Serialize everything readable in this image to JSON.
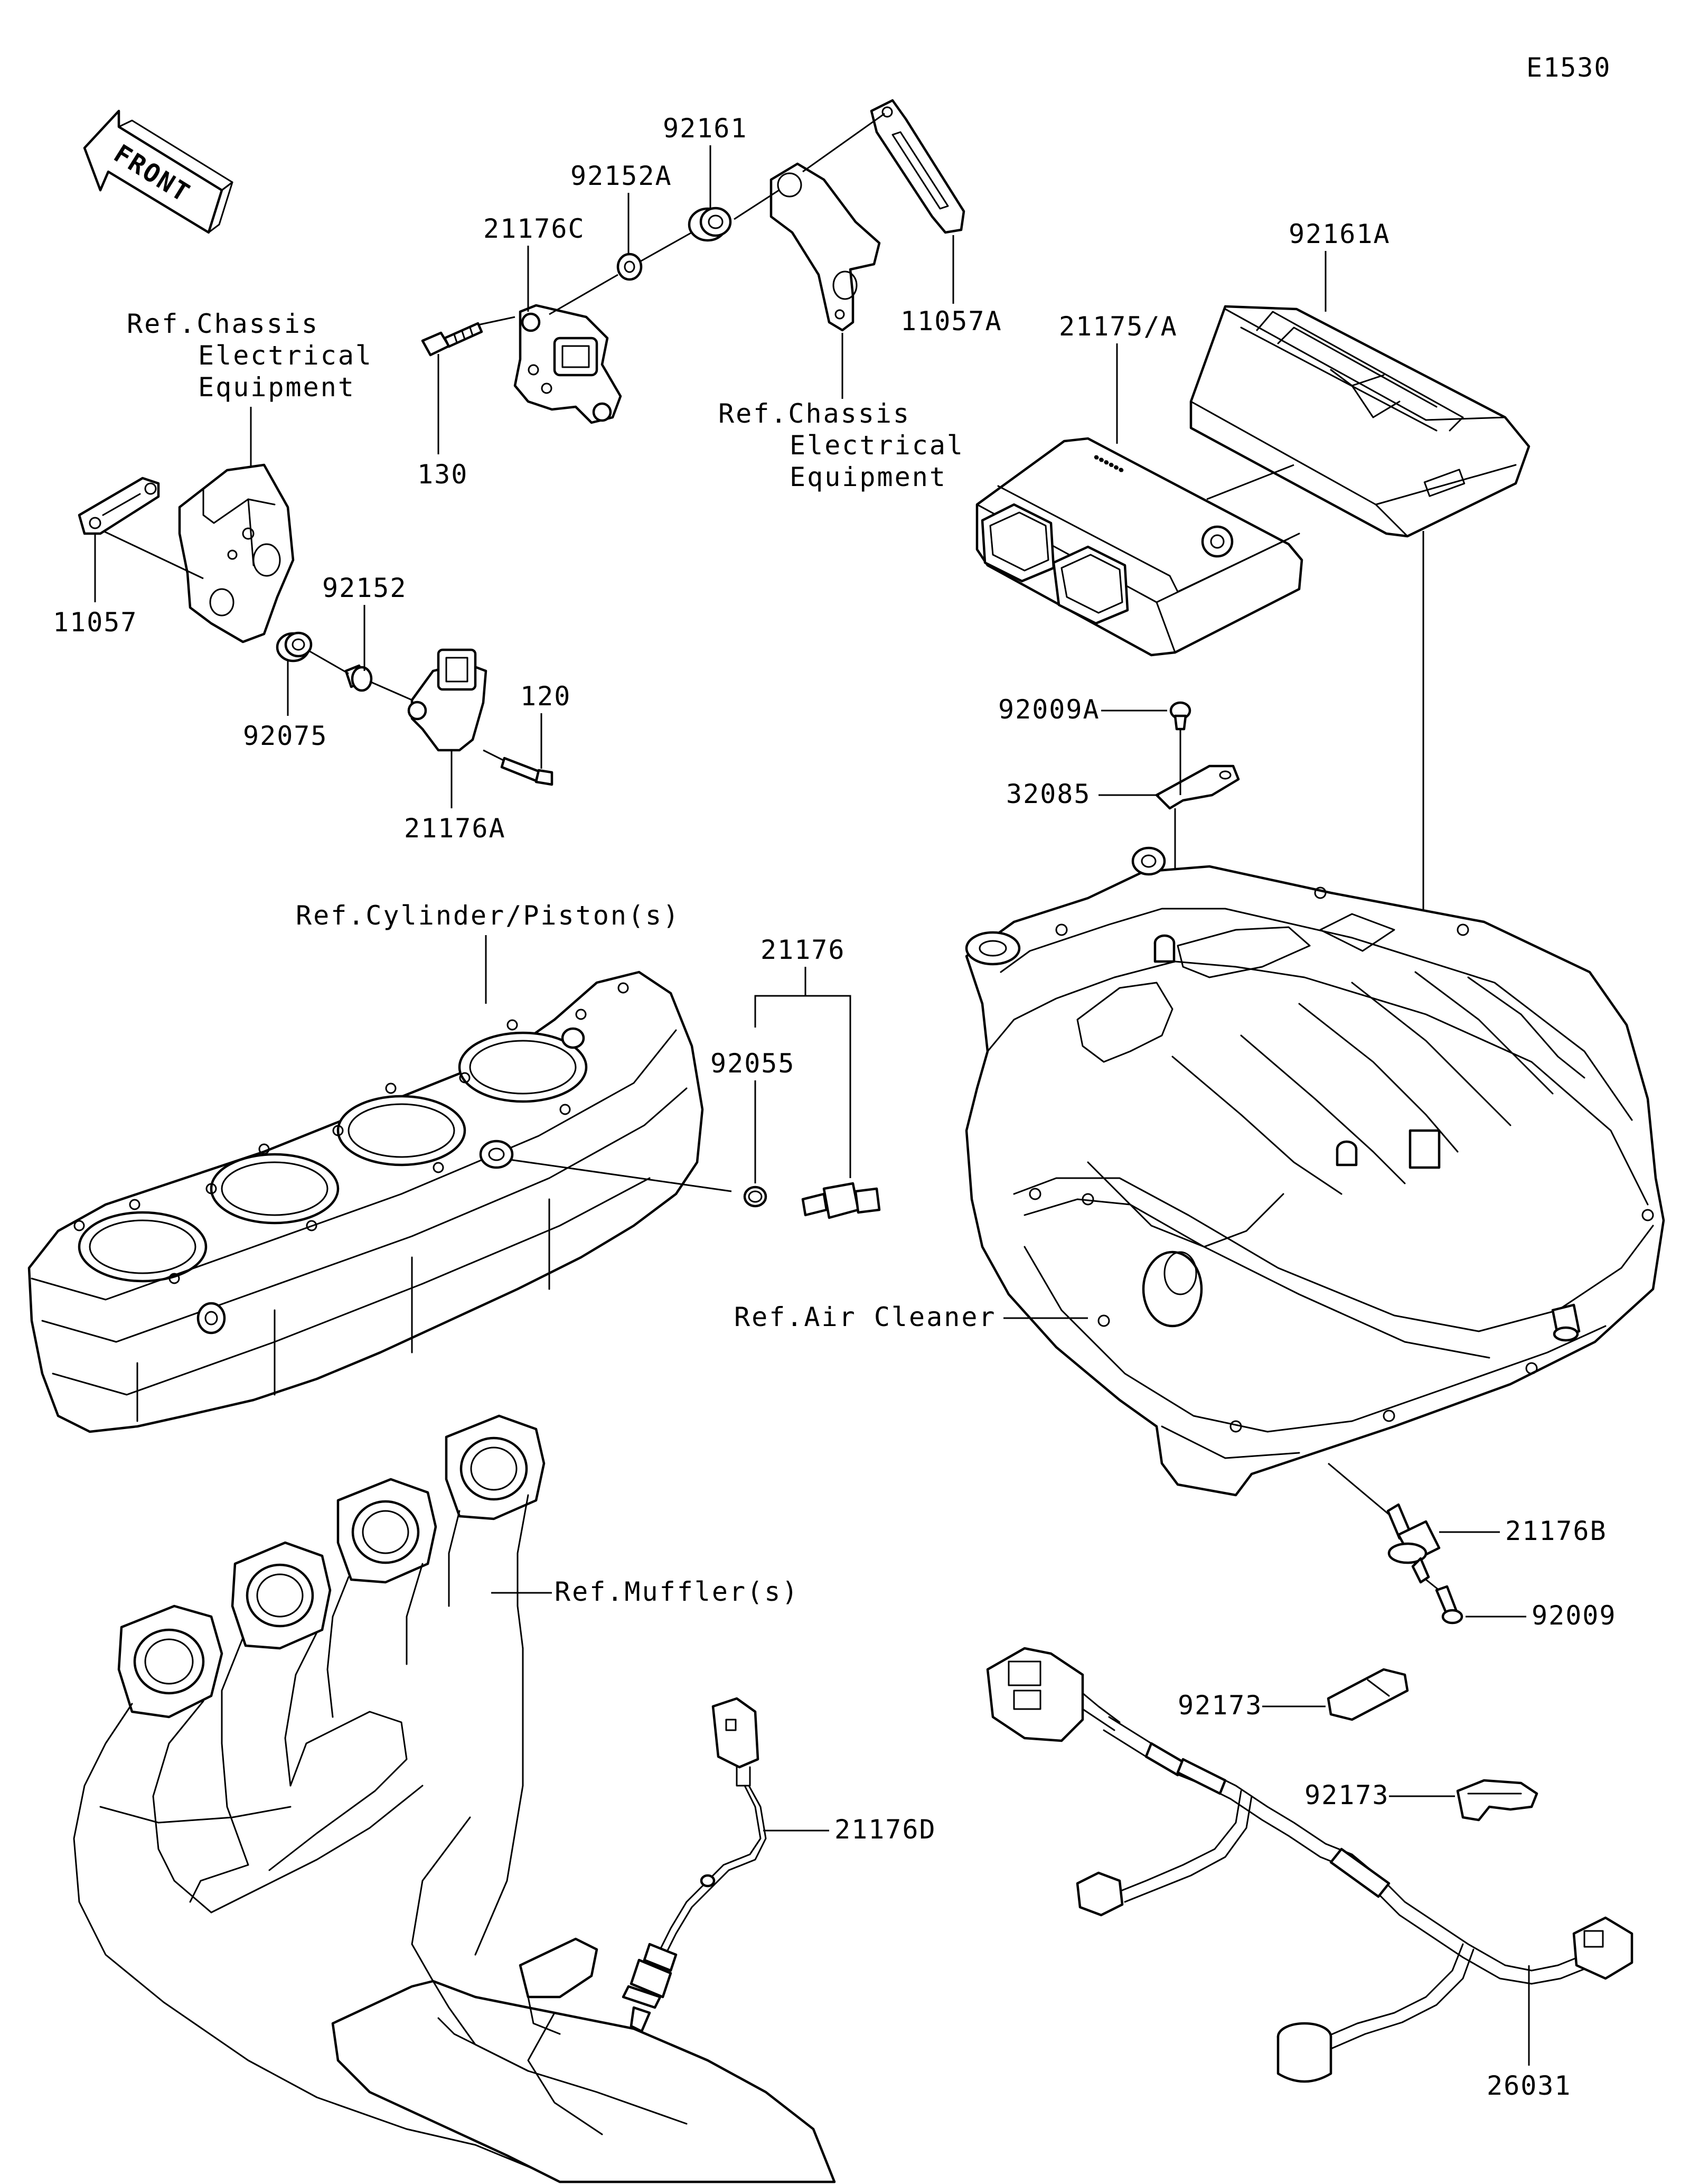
{
  "diagram_code": "E1530",
  "front_label": "FRONT",
  "callouts": {
    "p92161": "92161",
    "p92152A": "92152A",
    "p21176C": "21176C",
    "p11057A": "11057A",
    "p92161A": "92161A",
    "p21175A": "21175/A",
    "p130": "130",
    "p11057": "11057",
    "p92152": "92152",
    "p120": "120",
    "p92075": "92075",
    "p21176A": "21176A",
    "p92009A": "92009A",
    "p32085": "32085",
    "p21176": "21176",
    "p92055": "92055",
    "p21176B": "21176B",
    "p92009": "92009",
    "p92173a": "92173",
    "p92173b": "92173",
    "p21176D": "21176D",
    "p26031": "26031"
  },
  "references": {
    "chassis_left": [
      "Ref.Chassis",
      "Electrical",
      "Equipment"
    ],
    "chassis_right": [
      "Ref.Chassis",
      "Electrical",
      "Equipment"
    ],
    "cylinder": "Ref.Cylinder/Piston(s)",
    "air_cleaner": "Ref.Air Cleaner",
    "muffler": "Ref.Muffler(s)"
  }
}
